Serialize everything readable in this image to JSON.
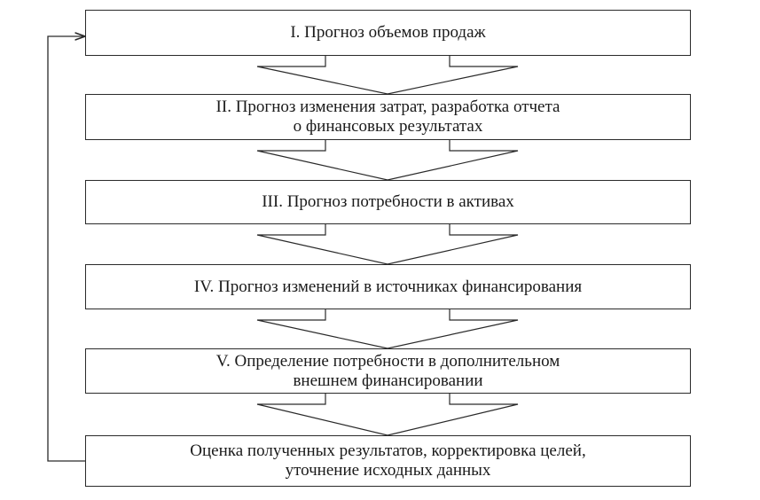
{
  "diagram": {
    "steps": [
      {
        "lines": [
          "I. Прогноз объемов продаж"
        ]
      },
      {
        "lines": [
          "II. Прогноз изменения затрат, разработка отчета",
          "о финансовых результатах"
        ]
      },
      {
        "lines": [
          "III. Прогноз потребности в активах"
        ]
      },
      {
        "lines": [
          "IV. Прогноз изменений в источниках финансирования"
        ]
      },
      {
        "lines": [
          "V. Определение потребности в дополнительном",
          "внешнем финансировании"
        ]
      },
      {
        "lines": [
          "Оценка полученных результатов, корректировка целей,",
          "уточнение исходных данных"
        ]
      }
    ],
    "colors": {
      "line": "#2a2a2a",
      "text": "#1a1a1a",
      "background": "#ffffff"
    },
    "icons": {
      "flow_arrow": "wide-down-arrow-icon",
      "feedback_arrow": "feedback-loop-arrow-icon"
    }
  }
}
